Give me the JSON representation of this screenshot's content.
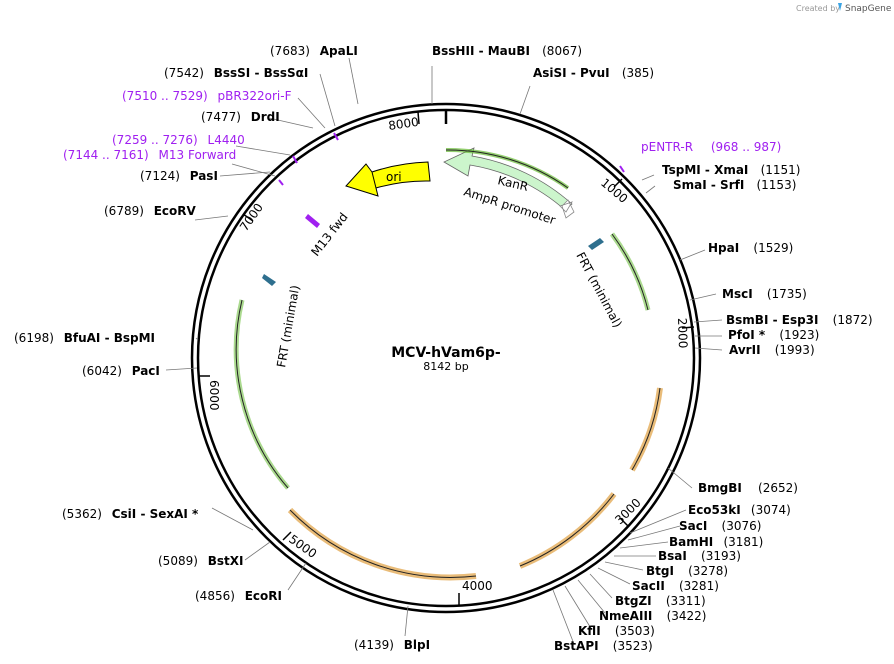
{
  "branding": {
    "created_by": "Created by",
    "app": "SnapGene"
  },
  "plasmid": {
    "name": "MCV-hVam6p-",
    "length": "8142 bp"
  },
  "ring_ticks": [
    "1000",
    "2000",
    "3000",
    "4000",
    "5000",
    "6000",
    "7000",
    "8000"
  ],
  "cut_sites": [
    {
      "pos": "(7683)",
      "name": "ApaLI"
    },
    {
      "pos": "(8067)",
      "name": "BssHII  - MauBI"
    },
    {
      "pos": "(7542)",
      "name": "BssSI  - BssSαI"
    },
    {
      "pos": "(385)",
      "name": "AsiSI  - PvuI"
    },
    {
      "pos": "(7477)",
      "name": "DrdI"
    },
    {
      "pos": "(7124)",
      "name": "PasI"
    },
    {
      "pos": "(6789)",
      "name": "EcoRV"
    },
    {
      "pos": "(1151)",
      "name": "TspMI  - XmaI"
    },
    {
      "pos": "(1153)",
      "name": "SmaI  - SrfI"
    },
    {
      "pos": "(1529)",
      "name": "HpaI"
    },
    {
      "pos": "(1735)",
      "name": "MscI"
    },
    {
      "pos": "(1872)",
      "name": "BsmBI  - Esp3I"
    },
    {
      "pos": "(1923)",
      "name": "PfoI *"
    },
    {
      "pos": "(1993)",
      "name": "AvrII"
    },
    {
      "pos": "(6198)",
      "name": "BfuAI  - BspMI"
    },
    {
      "pos": "(6042)",
      "name": "PacI"
    },
    {
      "pos": "(2652)",
      "name": "BmgBI"
    },
    {
      "pos": "(3074)",
      "name": "Eco53kI"
    },
    {
      "pos": "(3076)",
      "name": "SacI"
    },
    {
      "pos": "(3181)",
      "name": "BamHI"
    },
    {
      "pos": "(3193)",
      "name": "BsaI"
    },
    {
      "pos": "(3278)",
      "name": "BtgI"
    },
    {
      "pos": "(3281)",
      "name": "SacII"
    },
    {
      "pos": "(3311)",
      "name": "BtgZI"
    },
    {
      "pos": "(3422)",
      "name": "NmeAIII"
    },
    {
      "pos": "(3503)",
      "name": "KflI"
    },
    {
      "pos": "(3523)",
      "name": "BstAPI"
    },
    {
      "pos": "(5362)",
      "name": "CsiI  - SexAI *"
    },
    {
      "pos": "(5089)",
      "name": "BstXI"
    },
    {
      "pos": "(4856)",
      "name": "EcoRI"
    },
    {
      "pos": "(4139)",
      "name": "BlpI"
    }
  ],
  "primers": [
    {
      "range": "(7510 .. 7529)",
      "name": "pBR322ori-F"
    },
    {
      "range": "(7259 .. 7276)",
      "name": "L4440"
    },
    {
      "range": "(7144 .. 7161)",
      "name": "M13 Forward"
    },
    {
      "name": "pENTR-R",
      "range": "(968 .. 987)"
    }
  ],
  "features": {
    "ori": "ori",
    "kanr": "KanR",
    "ampr_promoter": "AmpR promoter",
    "m13_fwd": "M13 fwd",
    "frt_right": "FRT (minimal)",
    "frt_left": "FRT (minimal)"
  },
  "colors": {
    "primer": "#a020f0",
    "ori": "#ffff00",
    "kanr": "#ccf5cc",
    "frt": "#2e6f8e",
    "green_arc": "#66bb33",
    "orange_arc": "#e0a040"
  }
}
